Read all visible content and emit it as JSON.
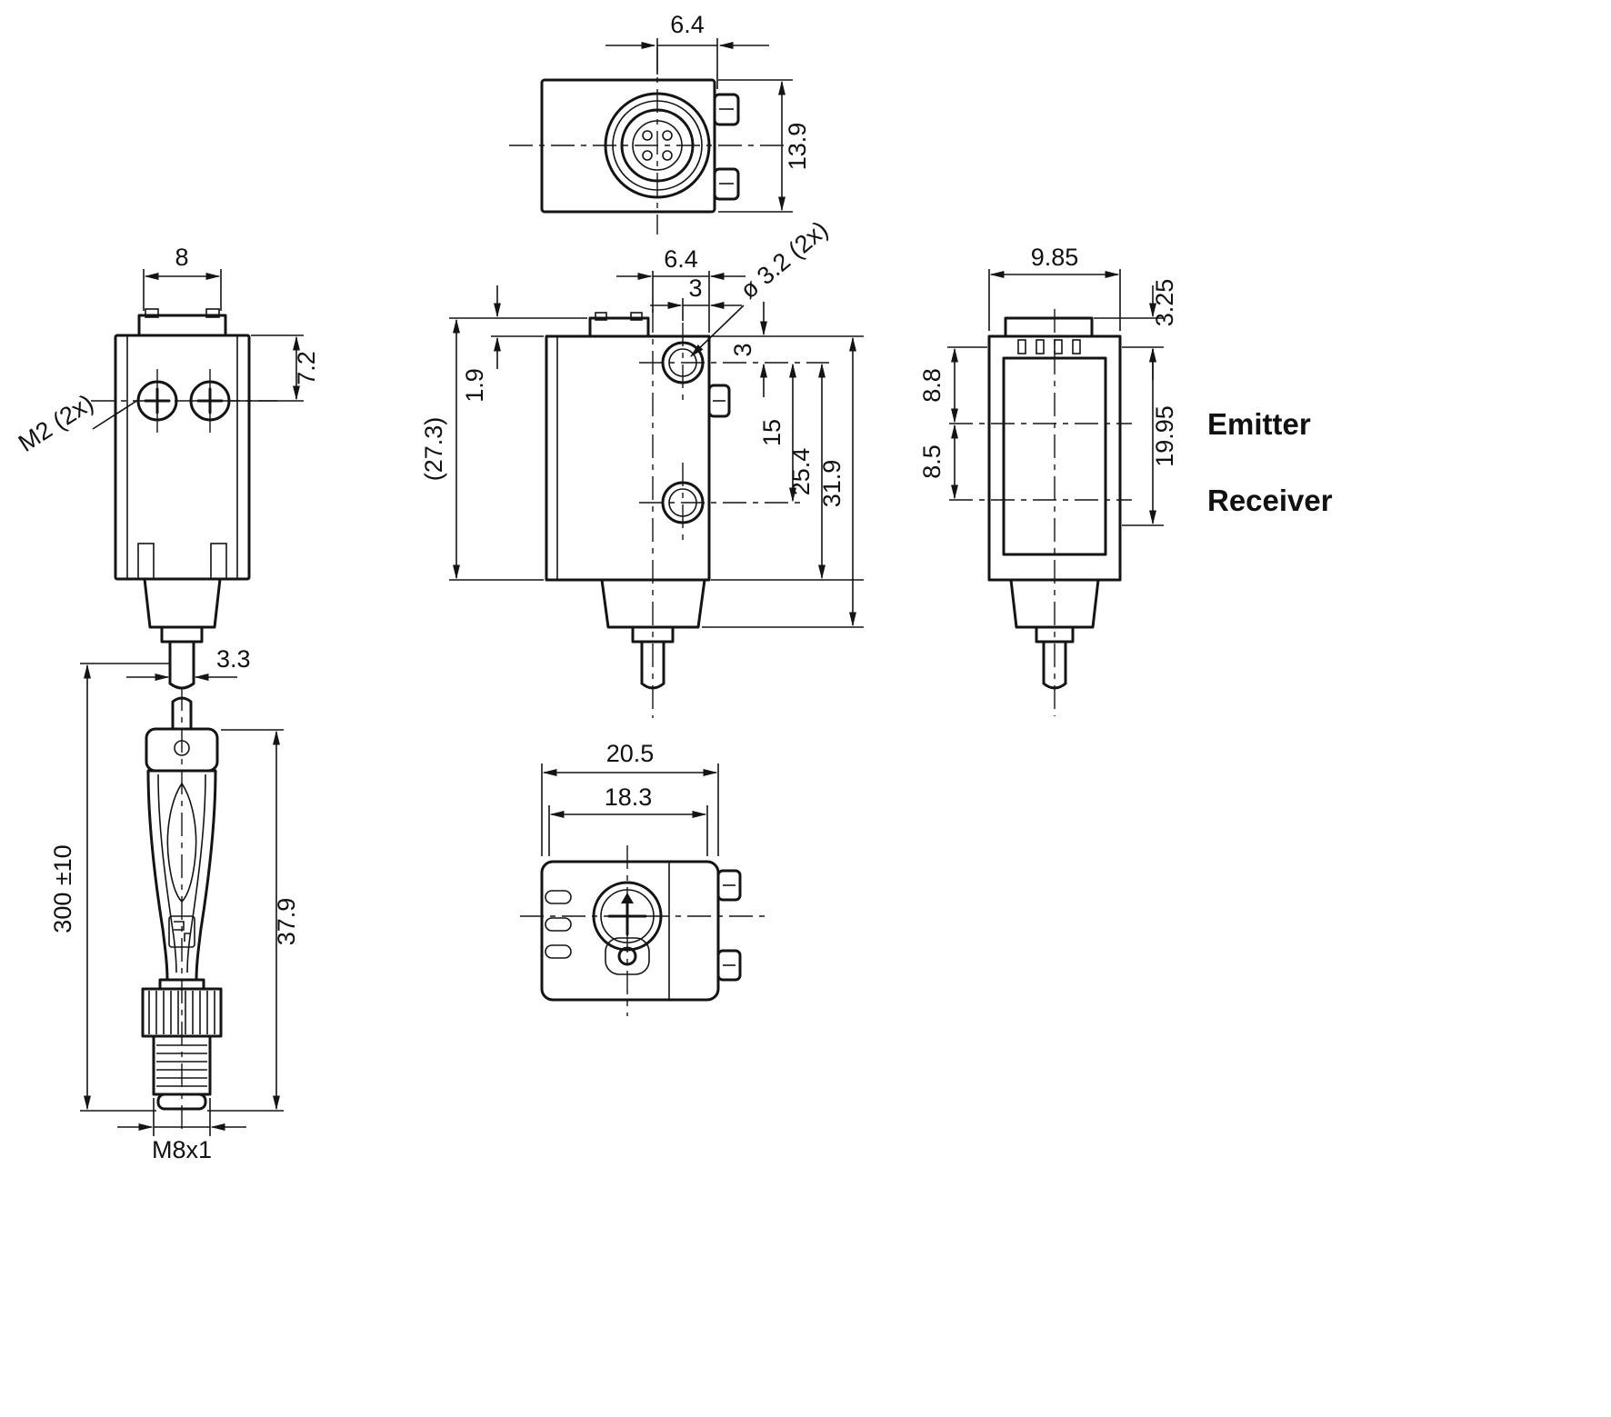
{
  "drawing": {
    "labels": {
      "emitter": "Emitter",
      "receiver": "Receiver",
      "m2_screws": "M2 (2x)",
      "m8_thread": "M8x1",
      "hole_diameter": "ø 3.2 (2x)"
    },
    "top_view": {
      "connector_width": "6.4",
      "height": "13.9"
    },
    "front_view": {
      "top_width": "8",
      "screw_offset": "7.2",
      "cable_diameter": "3.3",
      "cable_length": "300 ±10",
      "plug_length": "37.9"
    },
    "side_view": {
      "body_height": "(27.3)",
      "cap_height": "1.9",
      "top_width": "6.4",
      "hole_edge_offset": "3",
      "hole_top_offset": "3",
      "hole_spacing": "15",
      "hole_to_bottom": "25.4",
      "total_height": "31.9"
    },
    "back_view": {
      "width": "9.85",
      "cap_offset": "3.25",
      "emitter_offset": "8.8",
      "receiver_offset": "8.5",
      "optical_span": "19.95"
    },
    "bottom_view": {
      "width": "20.5",
      "inner_width": "18.3"
    }
  }
}
